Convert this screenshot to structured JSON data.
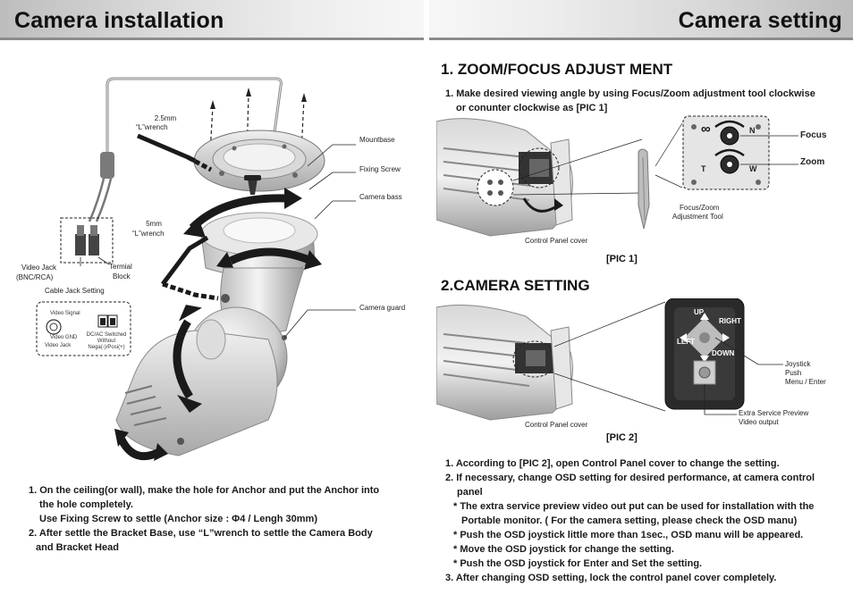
{
  "header": {
    "left_title": "Camera installation",
    "right_title": "Camera setting"
  },
  "installation": {
    "labels": {
      "l_wrench_small_size": "2.5mm",
      "l_wrench_small_name": "“L”wrench",
      "l_wrench_large_size": "5mm",
      "l_wrench_large_name": "“L”wrench",
      "mountbase": "Mountbase",
      "fixing_screw": "Fixing Screw",
      "camera_bass": "Camera bass",
      "camera_guard": "Camera guard",
      "video_jack_1": "Video Jack",
      "video_jack_2": "(BNC/RCA)",
      "terminal_block_1": "Termial",
      "terminal_block_2": "Block",
      "cable_jack_setting": "Cable Jack Setting",
      "video_signal": "Video Signal",
      "video_gnd": "Video GND",
      "video_jack_small": "Video Jack",
      "dc_ac_1": "DC/AC Switched",
      "dc_ac_2": "Without",
      "dc_ac_3": "Nega(-)/Posi(+)"
    },
    "steps": [
      "1. On the ceiling(or wall), make the hole for Anchor and put the  Anchor into",
      "the hole completely.",
      "Use Fixing Screw to settle (Anchor size : Φ4 / Lengh 30mm)",
      "2. After settle the Bracket Base, use “L”wrench to settle the Camera Body",
      "and Bracket Head"
    ]
  },
  "setting": {
    "zoom_title": "1. ZOOM/FOCUS ADJUST MENT",
    "zoom_text_1": "1. Make desired viewing angle by using  Focus/Zoom adjustment tool clockwise",
    "zoom_text_2": "or conunter clockwise as [PIC 1]",
    "pic1": {
      "focus": "Focus",
      "zoom": "Zoom",
      "n": "N",
      "t": "T",
      "w": "W",
      "infinity": "∞",
      "tool_1": "Focus/Zoom",
      "tool_2": "Adjustment Tool",
      "control_panel": "Control Panel cover",
      "caption": "[PIC 1]"
    },
    "camera_title": "2.CAMERA SETTING",
    "pic2": {
      "up": "UP",
      "down": "DOWN",
      "left": "LEFT",
      "right": "RIGHT",
      "joystick_1": "Joystick",
      "joystick_2": "Push",
      "joystick_3": "Menu / Enter",
      "extra_1": "Extra Service Preview",
      "extra_2": "Video output",
      "control_panel": "Control Panel cover",
      "caption": "[PIC 2]"
    },
    "steps": [
      "1. According to [PIC 2], open Control Panel cover to change the setting.",
      "2. If necessary, change OSD setting for desired performance, at camera control",
      "panel",
      "* The extra service preview video out put can be used for installation with the",
      "Portable monitor. ( For the camera setting, please check the OSD manu)",
      "* Push the OSD joystick little more than 1sec., OSD manu will be appeared.",
      "* Move the OSD joystick for change the setting.",
      "* Push the OSD joystick for Enter and Set the setting.",
      "3. After changing OSD setting, lock the control panel cover completely."
    ]
  },
  "colors": {
    "header_dark": "#bdbdbd",
    "header_light": "#f7f7f7",
    "text": "#1a1a1a",
    "panel_dark": "#2a2a2a"
  }
}
